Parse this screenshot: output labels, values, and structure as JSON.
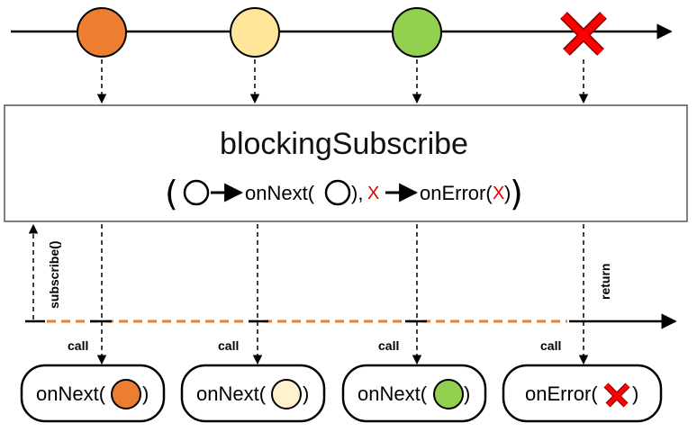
{
  "operator": {
    "name": "blockingSubscribe",
    "signature": {
      "open_paren": "(",
      "on_next": "onNext(",
      "close_paren_1": "),",
      "x_mark": "X",
      "on_error": "onError(",
      "x_mark_2": "X",
      "close_paren_2": ")",
      "close_paren_outer": ")"
    }
  },
  "labels": {
    "subscribe": "subscribe()",
    "return": "return",
    "call": "call"
  },
  "callbacks": [
    {
      "text": "onNext(",
      "close": ")",
      "item": "orange"
    },
    {
      "text": "onNext(",
      "close": ")",
      "item": "light-yellow"
    },
    {
      "text": "onNext(",
      "close": ")",
      "item": "green"
    },
    {
      "text": "onError(",
      "close": ")",
      "item": "error-x"
    }
  ],
  "colors": {
    "orange": "#ED7D31",
    "light_yellow": "#FFE699",
    "light_yellow_pale": "#FFF2CC",
    "green": "#92D050",
    "error_red": "#FF0000",
    "subscriber_line": "#ED7D31"
  }
}
